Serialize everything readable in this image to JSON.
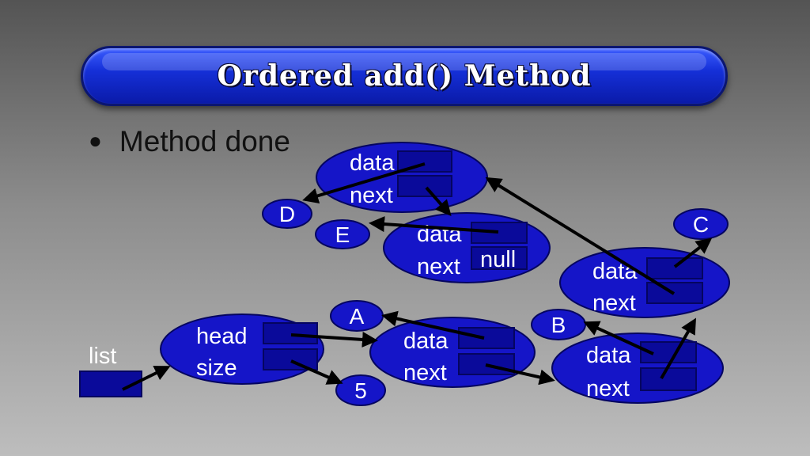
{
  "slide": {
    "title": "Ordered add() Method",
    "bullet": "Method done"
  },
  "diagram": {
    "list_label": "list",
    "list_node": {
      "field1": "head",
      "field2": "size"
    },
    "size_value": "5",
    "node_a": {
      "label": "A",
      "field1": "data",
      "field2": "next"
    },
    "node_b": {
      "label": "B",
      "field1": "data",
      "field2": "next"
    },
    "node_c": {
      "label": "C",
      "field1": "data",
      "field2": "next"
    },
    "node_d": {
      "label": "D",
      "field1": "data",
      "field2": "next"
    },
    "node_e": {
      "label": "E",
      "field1": "data",
      "field2": "next",
      "null_text": "null"
    }
  },
  "colors": {
    "node_fill": "#1515c8",
    "node_stroke": "#050560",
    "cell_fill": "#0a0a9a",
    "arrow": "#000000"
  }
}
